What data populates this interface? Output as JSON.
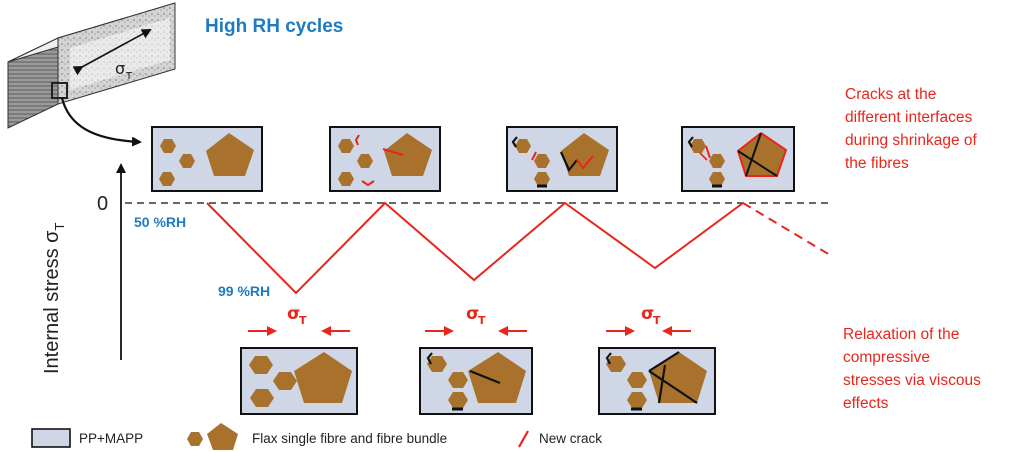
{
  "title": "High RH cycles",
  "sample_stress_label": {
    "symbol": "σ",
    "subscript": "T"
  },
  "y_axis_label": {
    "text": "Internal stress σ",
    "subscript": "T"
  },
  "zero_label": "0",
  "rh_low_label": "50 %RH",
  "rh_high_label": "99 %RH",
  "compressive_stress_label": {
    "symbol": "σ",
    "subscript": "T"
  },
  "notes": {
    "cracks": [
      "Cracks at the",
      "different interfaces",
      "during shrinkage of",
      "the fibres"
    ],
    "relaxation": [
      "Relaxation of the",
      "compressive",
      "stresses via viscous",
      "effects"
    ]
  },
  "legend": {
    "matrix": "PP+MAPP",
    "fibres": "Flax single fibre and fibre bundle",
    "crack": "New crack"
  },
  "colors": {
    "matrix_fill": "#cfd6e6",
    "fibre_fill": "#a8722c",
    "crack": "#e8261c",
    "label_blue": "#1f7bc1"
  }
}
